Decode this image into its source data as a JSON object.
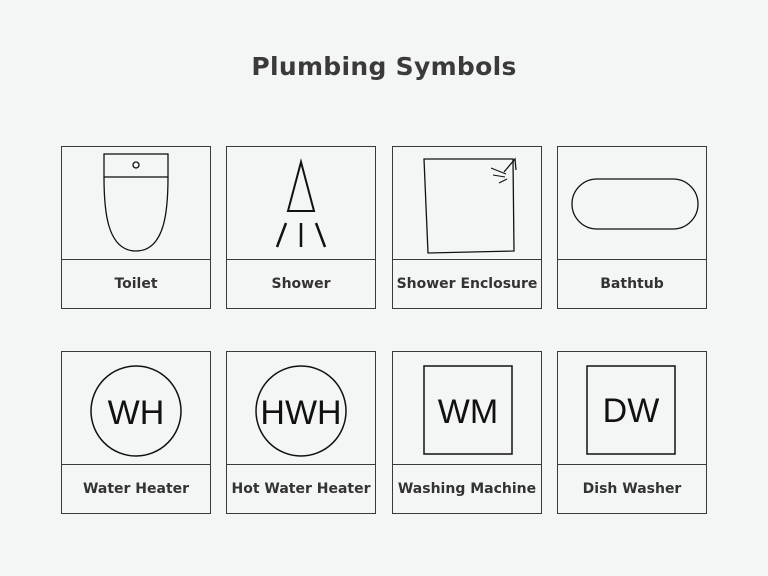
{
  "title": "Plumbing Symbols",
  "symbols": [
    {
      "label": "Toilet",
      "icon": "toilet-icon"
    },
    {
      "label": "Shower",
      "icon": "shower-icon"
    },
    {
      "label": "Shower Enclosure",
      "icon": "shower-enclosure-icon"
    },
    {
      "label": "Bathtub",
      "icon": "bathtub-icon"
    },
    {
      "label": "Water Heater",
      "abbr": "WH",
      "icon": "water-heater-icon"
    },
    {
      "label": "Hot Water Heater",
      "abbr": "HWH",
      "icon": "hot-water-heater-icon"
    },
    {
      "label": "Washing Machine",
      "abbr": "WM",
      "icon": "washing-machine-icon"
    },
    {
      "label": "Dish Washer",
      "abbr": "DW",
      "icon": "dish-washer-icon"
    }
  ]
}
